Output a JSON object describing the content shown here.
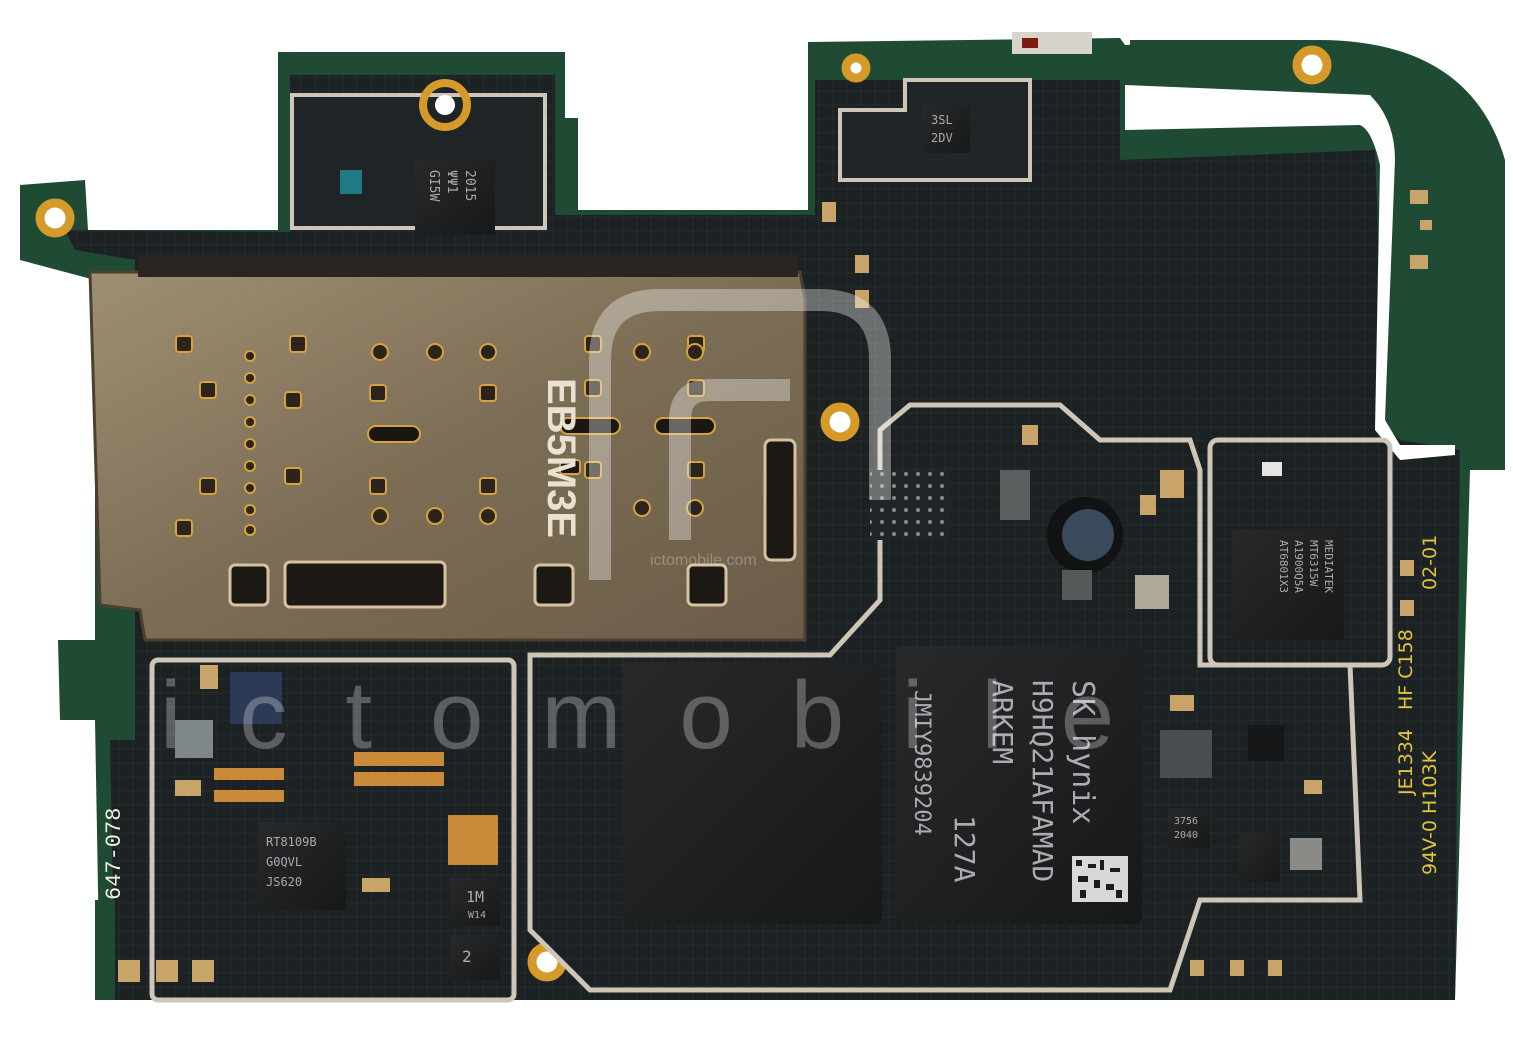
{
  "image": {
    "subject": "smartphone mainboard PCB, top view on white background",
    "colors": {
      "background": "#ffffff",
      "pcb_green": "#1f4a33",
      "solder_mask_dark": "#1e2324",
      "shield_silver": "#c9c0b2",
      "sim_tray_gold": "#8a7a60",
      "gold_pad": "#d69a2a",
      "chip_black": "#1a1c1e",
      "copper_pad": "#c98a3a",
      "silkscreen_yellow": "#e2c53b"
    }
  },
  "labels": {
    "sim_cover_code": "EB5M3E",
    "pmic_top_line1": "3SL",
    "pmic_top_line2": "2DV",
    "left_chip_line1": "GI5W",
    "left_chip_line2": "ΨΨ1",
    "left_chip_line3": "2015",
    "memory_brand": "SK hynix",
    "memory_part": "H9HQ21AFAMAD",
    "memory_line3": "ARKEM",
    "memory_line4": "127A",
    "memory_line5": "JMIY9839204",
    "mediatek_brand": "MEDIATEK",
    "mediatek_line2": "MT6315W",
    "mediatek_line3": "A1900Q5A",
    "mediatek_line4": "AT6801X3",
    "rt_chip_line1": "RT8109B",
    "rt_chip_line2": "G0QVL",
    "rt_chip_line3": "JS620",
    "small_chip_1m": "1M",
    "small_chip_1m_sub": "W14",
    "small_chip_2": "2",
    "coil_chip_line1": "3756",
    "coil_chip_line2": "2040",
    "board_id_vertical": "647-078",
    "edge_code_line1": "JE1334",
    "edge_code_line1b": "HF C158",
    "edge_code_line2": "94V-0 H103K",
    "edge_code_date": "02-01",
    "watermark_url": "ictomobile.com",
    "watermark_word": "ictomobile"
  }
}
